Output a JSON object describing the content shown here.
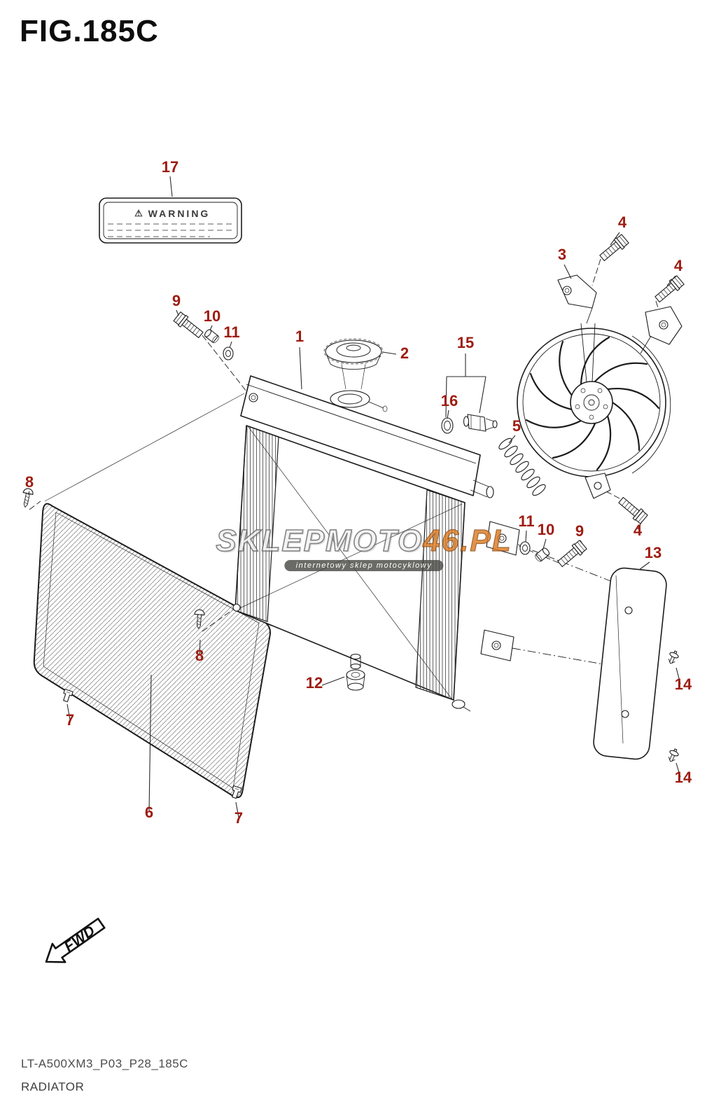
{
  "figure": {
    "title": "FIG.185C",
    "code": "LT-A500XM3_P03_P28_185C",
    "subtitle": "RADIATOR"
  },
  "warning_label": {
    "icon": "⚠",
    "text": "WARNING"
  },
  "fwd_arrow": {
    "label": "FWD"
  },
  "watermark": {
    "brand": "SKLEPMOTO",
    "accent": "46",
    "suffix": ".PL",
    "tagline": "internetowy sklep motocyklowy"
  },
  "colors": {
    "part_number": "#9e1b10",
    "line": "#1c1c1c",
    "watermark_accent": "#dd7b22"
  },
  "part_labels": [
    "17",
    "9",
    "10",
    "11",
    "1",
    "2",
    "15",
    "16",
    "3",
    "4",
    "4",
    "5",
    "8",
    "11",
    "10",
    "9",
    "4",
    "13",
    "8",
    "12",
    "14",
    "14",
    "7",
    "6",
    "7"
  ]
}
